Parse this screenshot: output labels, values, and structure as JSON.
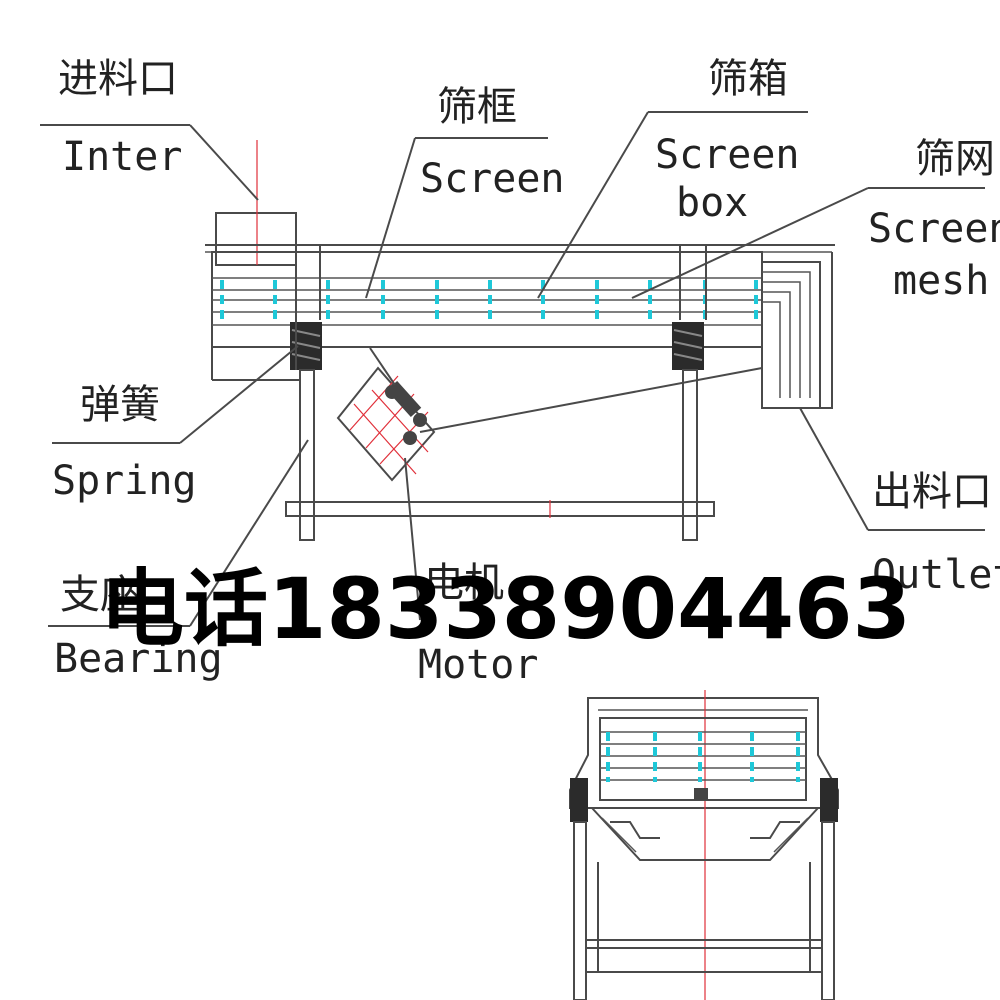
{
  "labels": {
    "inlet_zh": "进料口",
    "inlet_en": "Inter",
    "frame_zh": "筛框",
    "frame_en": "Screen",
    "box_zh": "筛箱",
    "box_en_1": "Screen",
    "box_en_2": "box",
    "mesh_zh": "筛网",
    "mesh_en_1": "Screen",
    "mesh_en_2": "mesh",
    "spring_zh": "弹簧",
    "spring_en": "Spring",
    "outlet_zh": "出料口",
    "outlet_en": "Outlet",
    "bearing_zh": "支座",
    "bearing_en": "Bearing",
    "motor_zh": "电机",
    "motor_en": "Motor"
  },
  "watermark": {
    "phone": "电话18338904463"
  },
  "colors": {
    "line": "#4a4a4a",
    "accent_cyan": "#1ec8d8",
    "centerline_red": "#e0303a"
  }
}
